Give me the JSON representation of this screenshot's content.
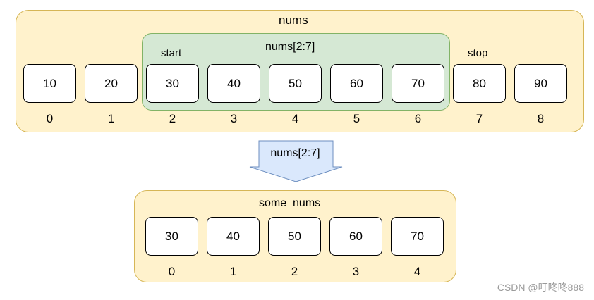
{
  "source": {
    "title": "nums",
    "values": [
      "10",
      "20",
      "30",
      "40",
      "50",
      "60",
      "70",
      "80",
      "90"
    ],
    "indices": [
      "0",
      "1",
      "2",
      "3",
      "4",
      "5",
      "6",
      "7",
      "8"
    ]
  },
  "slice_region": {
    "label": "nums[2:7]",
    "start_label": "start",
    "stop_label": "stop"
  },
  "arrow": {
    "label": "nums[2:7]"
  },
  "result": {
    "title": "some_nums",
    "values": [
      "30",
      "40",
      "50",
      "60",
      "70"
    ],
    "indices": [
      "0",
      "1",
      "2",
      "3",
      "4"
    ]
  },
  "watermark": "CSDN @叮咚咚888",
  "colors": {
    "panel_fill": "#fff2cc",
    "panel_stroke": "#d6b656",
    "slice_fill": "#d5e8d4",
    "slice_stroke": "#82b366",
    "arrow_fill": "#dae8fc",
    "arrow_stroke": "#6c8ebf"
  }
}
